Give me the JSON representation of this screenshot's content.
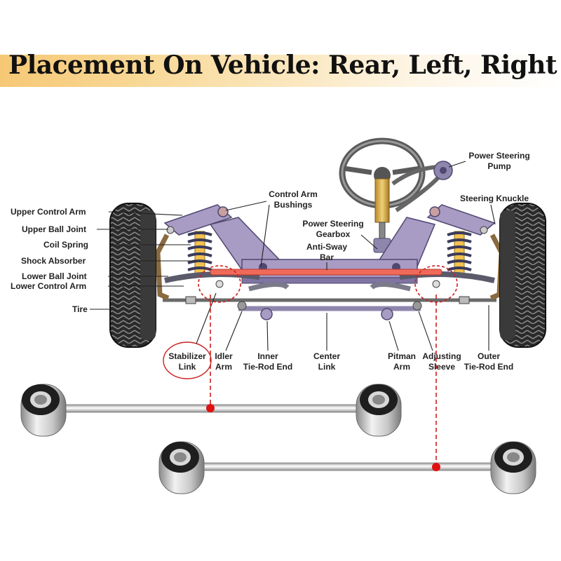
{
  "title": "Placement On Vehicle: Rear, Left, Right",
  "colors": {
    "highlight": "#cc1f1f",
    "frame": "#a89bc4",
    "anti_sway_bar": "#f06a5a",
    "title_band": "#f6c875"
  },
  "labels": {
    "upper_control_arm": "Upper Control Arm",
    "upper_ball_joint": "Upper Ball Joint",
    "coil_spring": "Coil Spring",
    "shock_absorber": "Shock Absorber",
    "lower_ball_joint": "Lower Ball Joint",
    "lower_control_arm": "Lower Control Arm",
    "tire": "Tire",
    "control_arm_bushings": [
      "Control Arm",
      "Bushings"
    ],
    "power_steering_gearbox": [
      "Power Steering",
      "Gearbox"
    ],
    "anti_sway_bar": [
      "Anti-Sway",
      "Bar"
    ],
    "power_steering_pump": [
      "Power Steering",
      "Pump"
    ],
    "steering_knuckle": "Steering Knuckle",
    "stabilizer_link": [
      "Stabilizer",
      "Link"
    ],
    "idler_arm": [
      "Idler",
      "Arm"
    ],
    "inner_tie_rod_end": [
      "Inner",
      "Tie-Rod End"
    ],
    "center_link": [
      "Center",
      "Link"
    ],
    "pitman_arm": [
      "Pitman",
      "Arm"
    ],
    "adjusting_sleeve": [
      "Adjusting",
      "Sleeve"
    ],
    "outer_tie_rod_end": [
      "Outer",
      "Tie-Rod End"
    ]
  }
}
